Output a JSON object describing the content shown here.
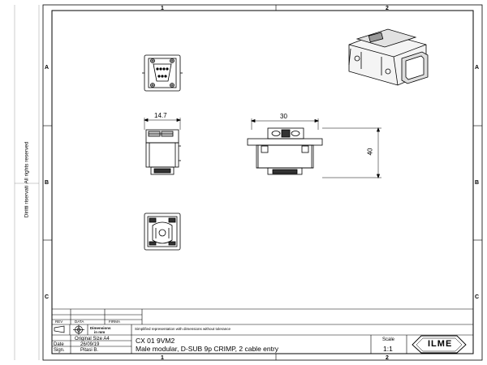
{
  "zones": {
    "columns": [
      "1",
      "2"
    ],
    "rows": [
      "A",
      "B",
      "C"
    ]
  },
  "side_text": {
    "left": "Diritti riservati",
    "right": "All rights reserved"
  },
  "dimensions": {
    "width_side": "14.7",
    "width_front": "30",
    "height_front": "40"
  },
  "revision_table": {
    "rev": "REV",
    "data": "DATA",
    "firma": "FIRMA"
  },
  "title_block": {
    "dimensions_label": "Dimensions",
    "dimensions_unit": "in mm",
    "note": "Simplified representation with dimensions without tolerance",
    "original_size": "Original Size A4",
    "date_label": "Date",
    "date_value": "26/09/19",
    "sign_label": "Sign.",
    "sign_value": "Pitasi B.",
    "part_number": "CX 01 9VM2",
    "description": "Male modular, D-SUB 9p CRIMP, 2 cable entry",
    "scale_label": "Scale",
    "scale_value": "1:1",
    "logo_text": "ILME"
  }
}
